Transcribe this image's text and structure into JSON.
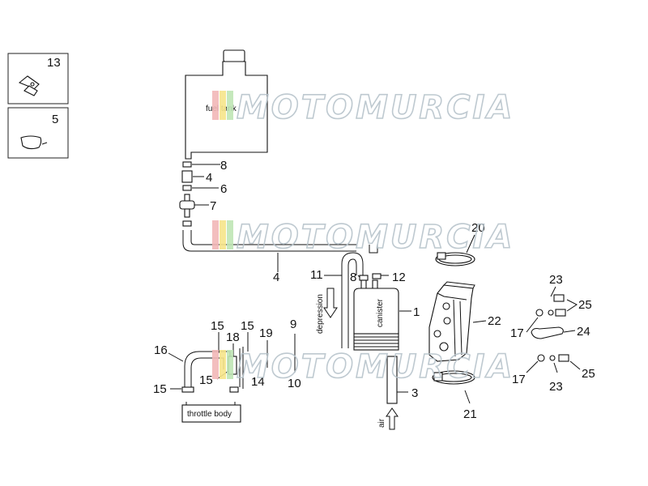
{
  "legend": {
    "box1_number": "13",
    "box2_number": "5"
  },
  "labels": {
    "fuel_tank": "fuel tank",
    "canister": "canister",
    "depression": "depression",
    "throttle_body": "throttle body",
    "air": "air"
  },
  "watermark": {
    "text": "MOTOMURCIA",
    "stripe_colors": [
      "#f2b7b7",
      "#f7e58a",
      "#bfe6b5"
    ]
  },
  "callouts": {
    "c8a": "8",
    "c4a": "4",
    "c6": "6",
    "c7": "7",
    "c4b": "4",
    "c11": "11",
    "c8b": "8",
    "c12": "12",
    "c1": "1",
    "c20": "20",
    "c22": "22",
    "c23a": "23",
    "c25a": "25",
    "c17a": "17",
    "c24": "24",
    "c17b": "17",
    "c23b": "23",
    "c25b": "25",
    "c21": "21",
    "c3": "3",
    "c9": "9",
    "c10": "10",
    "c19": "19",
    "c15a": "15",
    "c15b": "15",
    "c18": "18",
    "c16": "16",
    "c15c": "15",
    "c15d": "15",
    "c14": "14"
  }
}
